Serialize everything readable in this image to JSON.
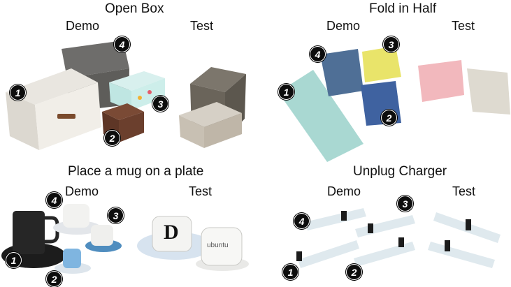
{
  "panels": [
    {
      "title": "Open Box",
      "demo_label": "Demo",
      "test_label": "Test",
      "badges": [
        "1",
        "2",
        "3",
        "4"
      ]
    },
    {
      "title": "Fold in Half",
      "demo_label": "Demo",
      "test_label": "Test",
      "badges": [
        "1",
        "2",
        "3",
        "4"
      ]
    },
    {
      "title": "Place a mug on a plate",
      "demo_label": "Demo",
      "test_label": "Test",
      "badges": [
        "1",
        "2",
        "3",
        "4"
      ]
    },
    {
      "title": "Unplug Charger",
      "demo_label": "Demo",
      "test_label": "Test",
      "badges": [
        "1",
        "2",
        "3",
        "4"
      ]
    }
  ],
  "object_text": {
    "mug_letter": "D",
    "mug_brand": "ubuntu"
  }
}
